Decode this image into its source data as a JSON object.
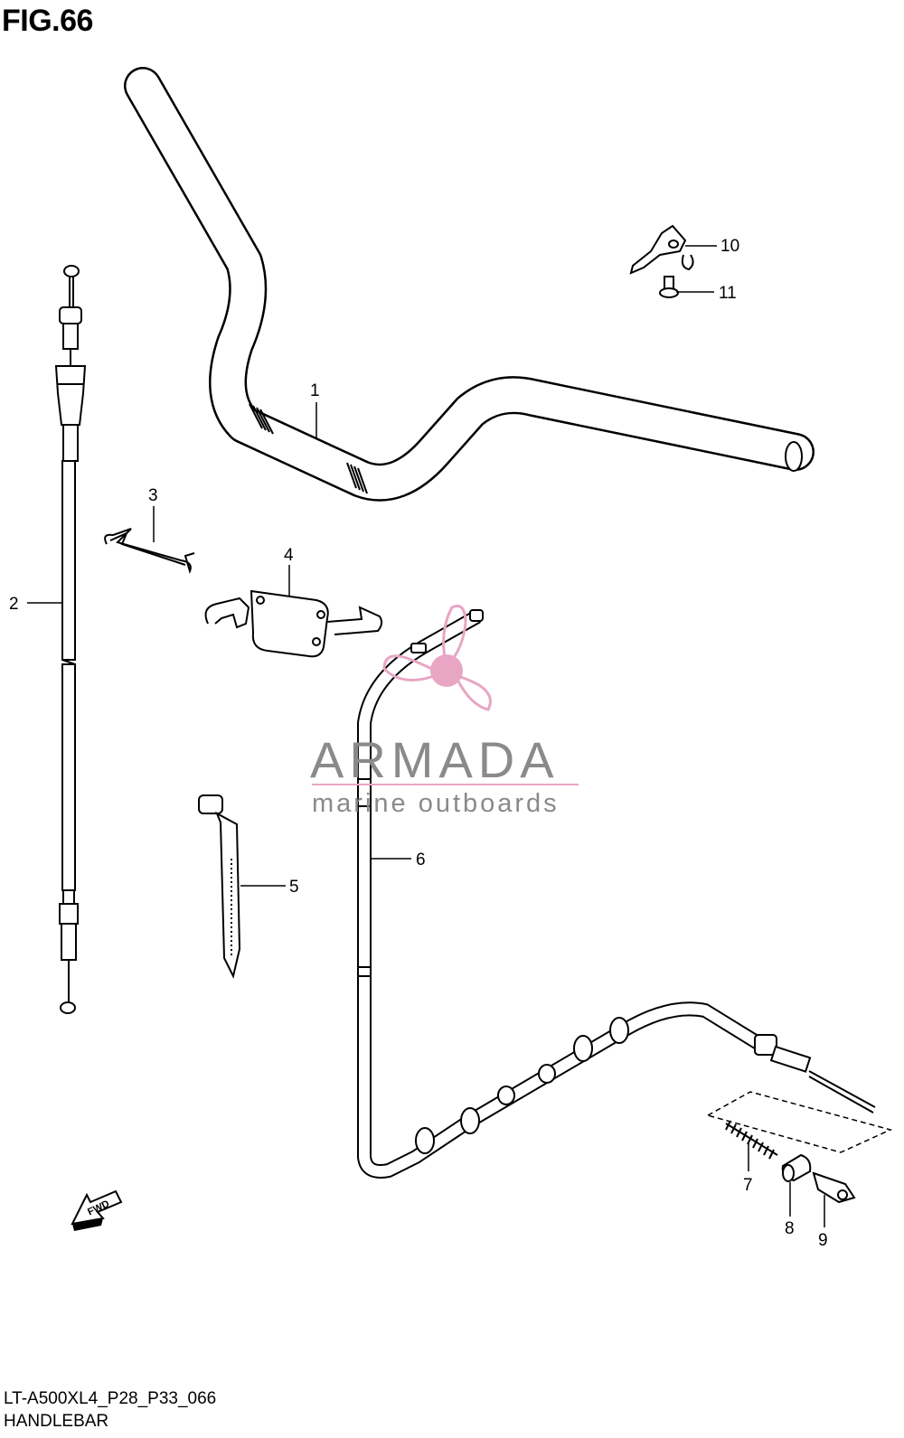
{
  "figure": {
    "title": "FIG.66",
    "code": "LT-A500XL4_P28_P33_066",
    "name": "HANDLEBAR"
  },
  "callouts": [
    {
      "id": "1",
      "part": "handlebar"
    },
    {
      "id": "2",
      "part": "cable"
    },
    {
      "id": "3",
      "part": "clamp"
    },
    {
      "id": "4",
      "part": "bracket"
    },
    {
      "id": "5",
      "part": "cable-tie"
    },
    {
      "id": "6",
      "part": "cable"
    },
    {
      "id": "7",
      "part": "spring"
    },
    {
      "id": "8",
      "part": "adjuster"
    },
    {
      "id": "9",
      "part": "end-piece"
    },
    {
      "id": "10",
      "part": "lever-bracket"
    },
    {
      "id": "11",
      "part": "screw"
    }
  ],
  "fwd_arrow": {
    "label": "FWD"
  },
  "watermark": {
    "brand": "ARMADA",
    "tagline": "marine outboards",
    "color": "#e8a6c4"
  }
}
